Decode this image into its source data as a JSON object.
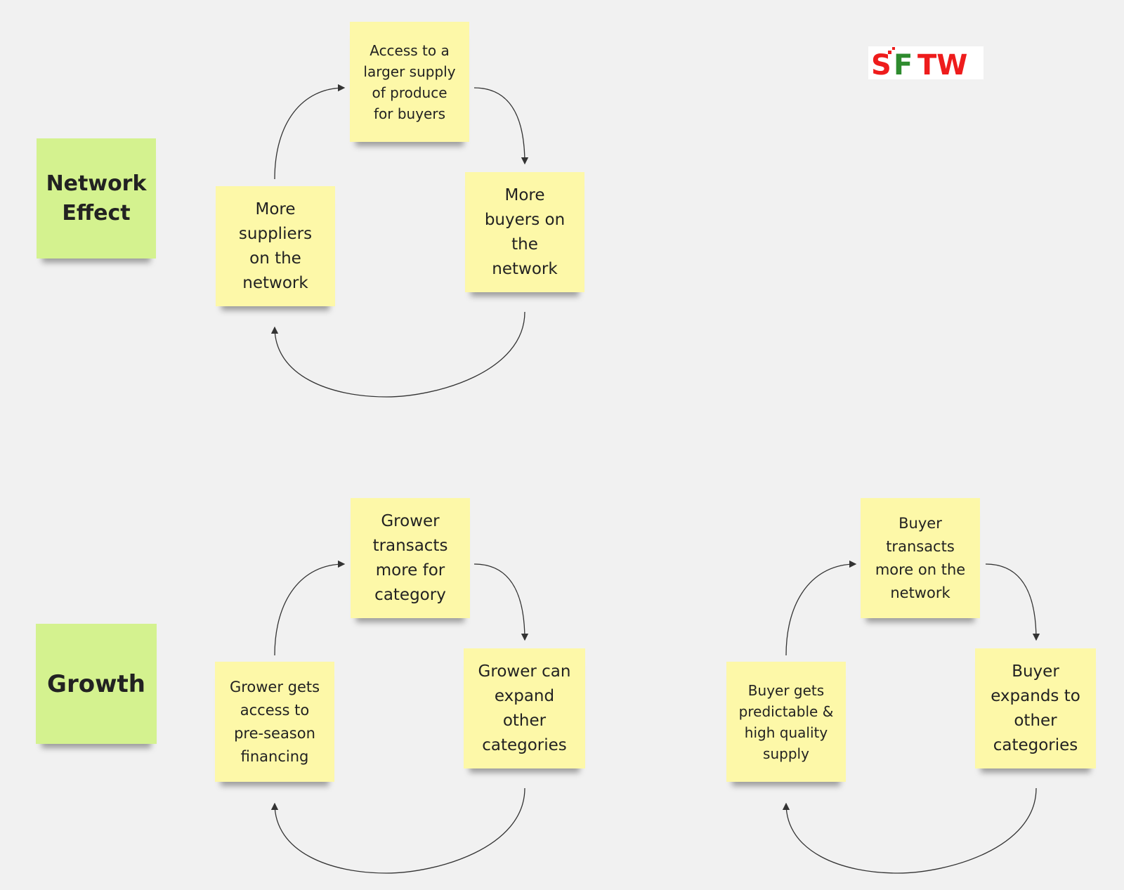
{
  "labels": {
    "network_effect": "Network\nEffect",
    "growth": "Growth"
  },
  "network_loop": {
    "top": "Access to a\nlarger supply\nof produce\nfor buyers",
    "right": "More\nbuyers on\nthe\nnetwork",
    "left": "More\nsuppliers\non the\nnetwork"
  },
  "grower_loop": {
    "top": "Grower\ntransacts\nmore for\ncategory",
    "right": "Grower can\nexpand\nother\ncategories",
    "left": "Grower gets\naccess to\npre-season\nfinancing"
  },
  "buyer_loop": {
    "top": "Buyer\ntransacts\nmore on the\nnetwork",
    "right": "Buyer\nexpands to\nother\ncategories",
    "left": "Buyer gets\npredictable &\nhigh quality\nsupply"
  },
  "logo": {
    "text": "SFTW",
    "colors": {
      "red": "#ee1c1c",
      "green": "#2e8b2e"
    }
  },
  "colors": {
    "yellow_note": "#fdf8a8",
    "green_note": "#d4f28f",
    "background": "#f1f1f1"
  }
}
